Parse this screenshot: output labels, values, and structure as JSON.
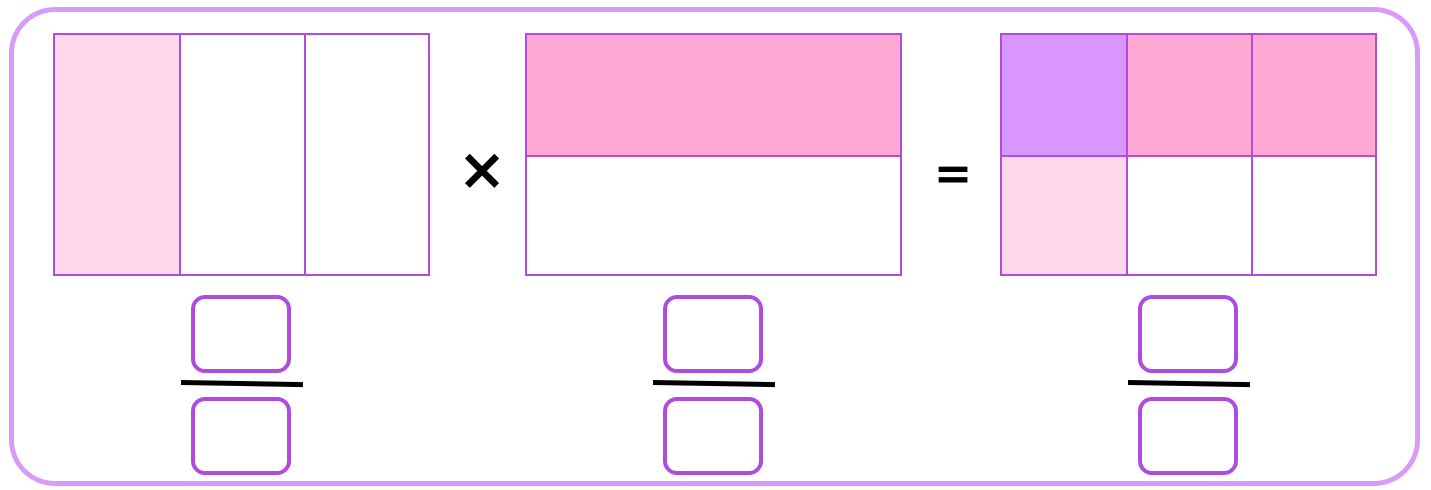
{
  "colors": {
    "frame": "#D89CF8",
    "border": "#B04BE0",
    "light_pink": "#FFD8EC",
    "pink": "#FFA8D3",
    "purple": "#DA96FF",
    "white": "#FFFFFF"
  },
  "operators": {
    "times": "×",
    "equals": "="
  },
  "models": [
    {
      "name": "first-fraction-model",
      "rows": 1,
      "cols": 3,
      "cells": [
        [
          "light_pink",
          "white",
          "white"
        ]
      ]
    },
    {
      "name": "second-fraction-model",
      "rows": 2,
      "cols": 1,
      "cells": [
        [
          "pink"
        ],
        [
          "white"
        ]
      ]
    },
    {
      "name": "product-fraction-model",
      "rows": 2,
      "cols": 3,
      "cells": [
        [
          "purple",
          "pink",
          "pink"
        ],
        [
          "light_pink",
          "white",
          "white"
        ]
      ]
    }
  ],
  "answers": [
    {
      "numerator": "",
      "denominator": ""
    },
    {
      "numerator": "",
      "denominator": ""
    },
    {
      "numerator": "",
      "denominator": ""
    }
  ]
}
